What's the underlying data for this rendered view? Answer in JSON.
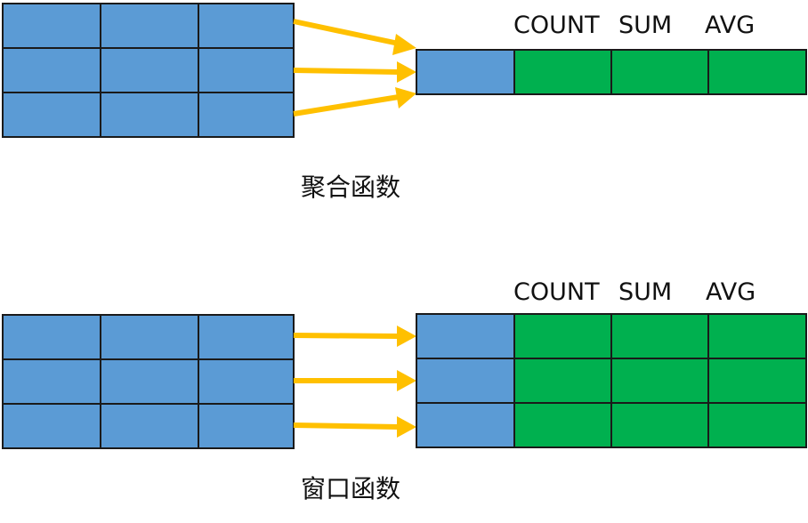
{
  "aggregate": {
    "columns": [
      "COUNT",
      "SUM",
      "AVG"
    ],
    "caption": "聚合函数"
  },
  "window": {
    "columns": [
      "COUNT",
      "SUM",
      "AVG"
    ],
    "caption": "窗口函数"
  },
  "colors": {
    "input_cell": "#5b9bd5",
    "result_cell": "#00b04f",
    "arrow": "#ffc000",
    "border": "#1a1a1a"
  }
}
